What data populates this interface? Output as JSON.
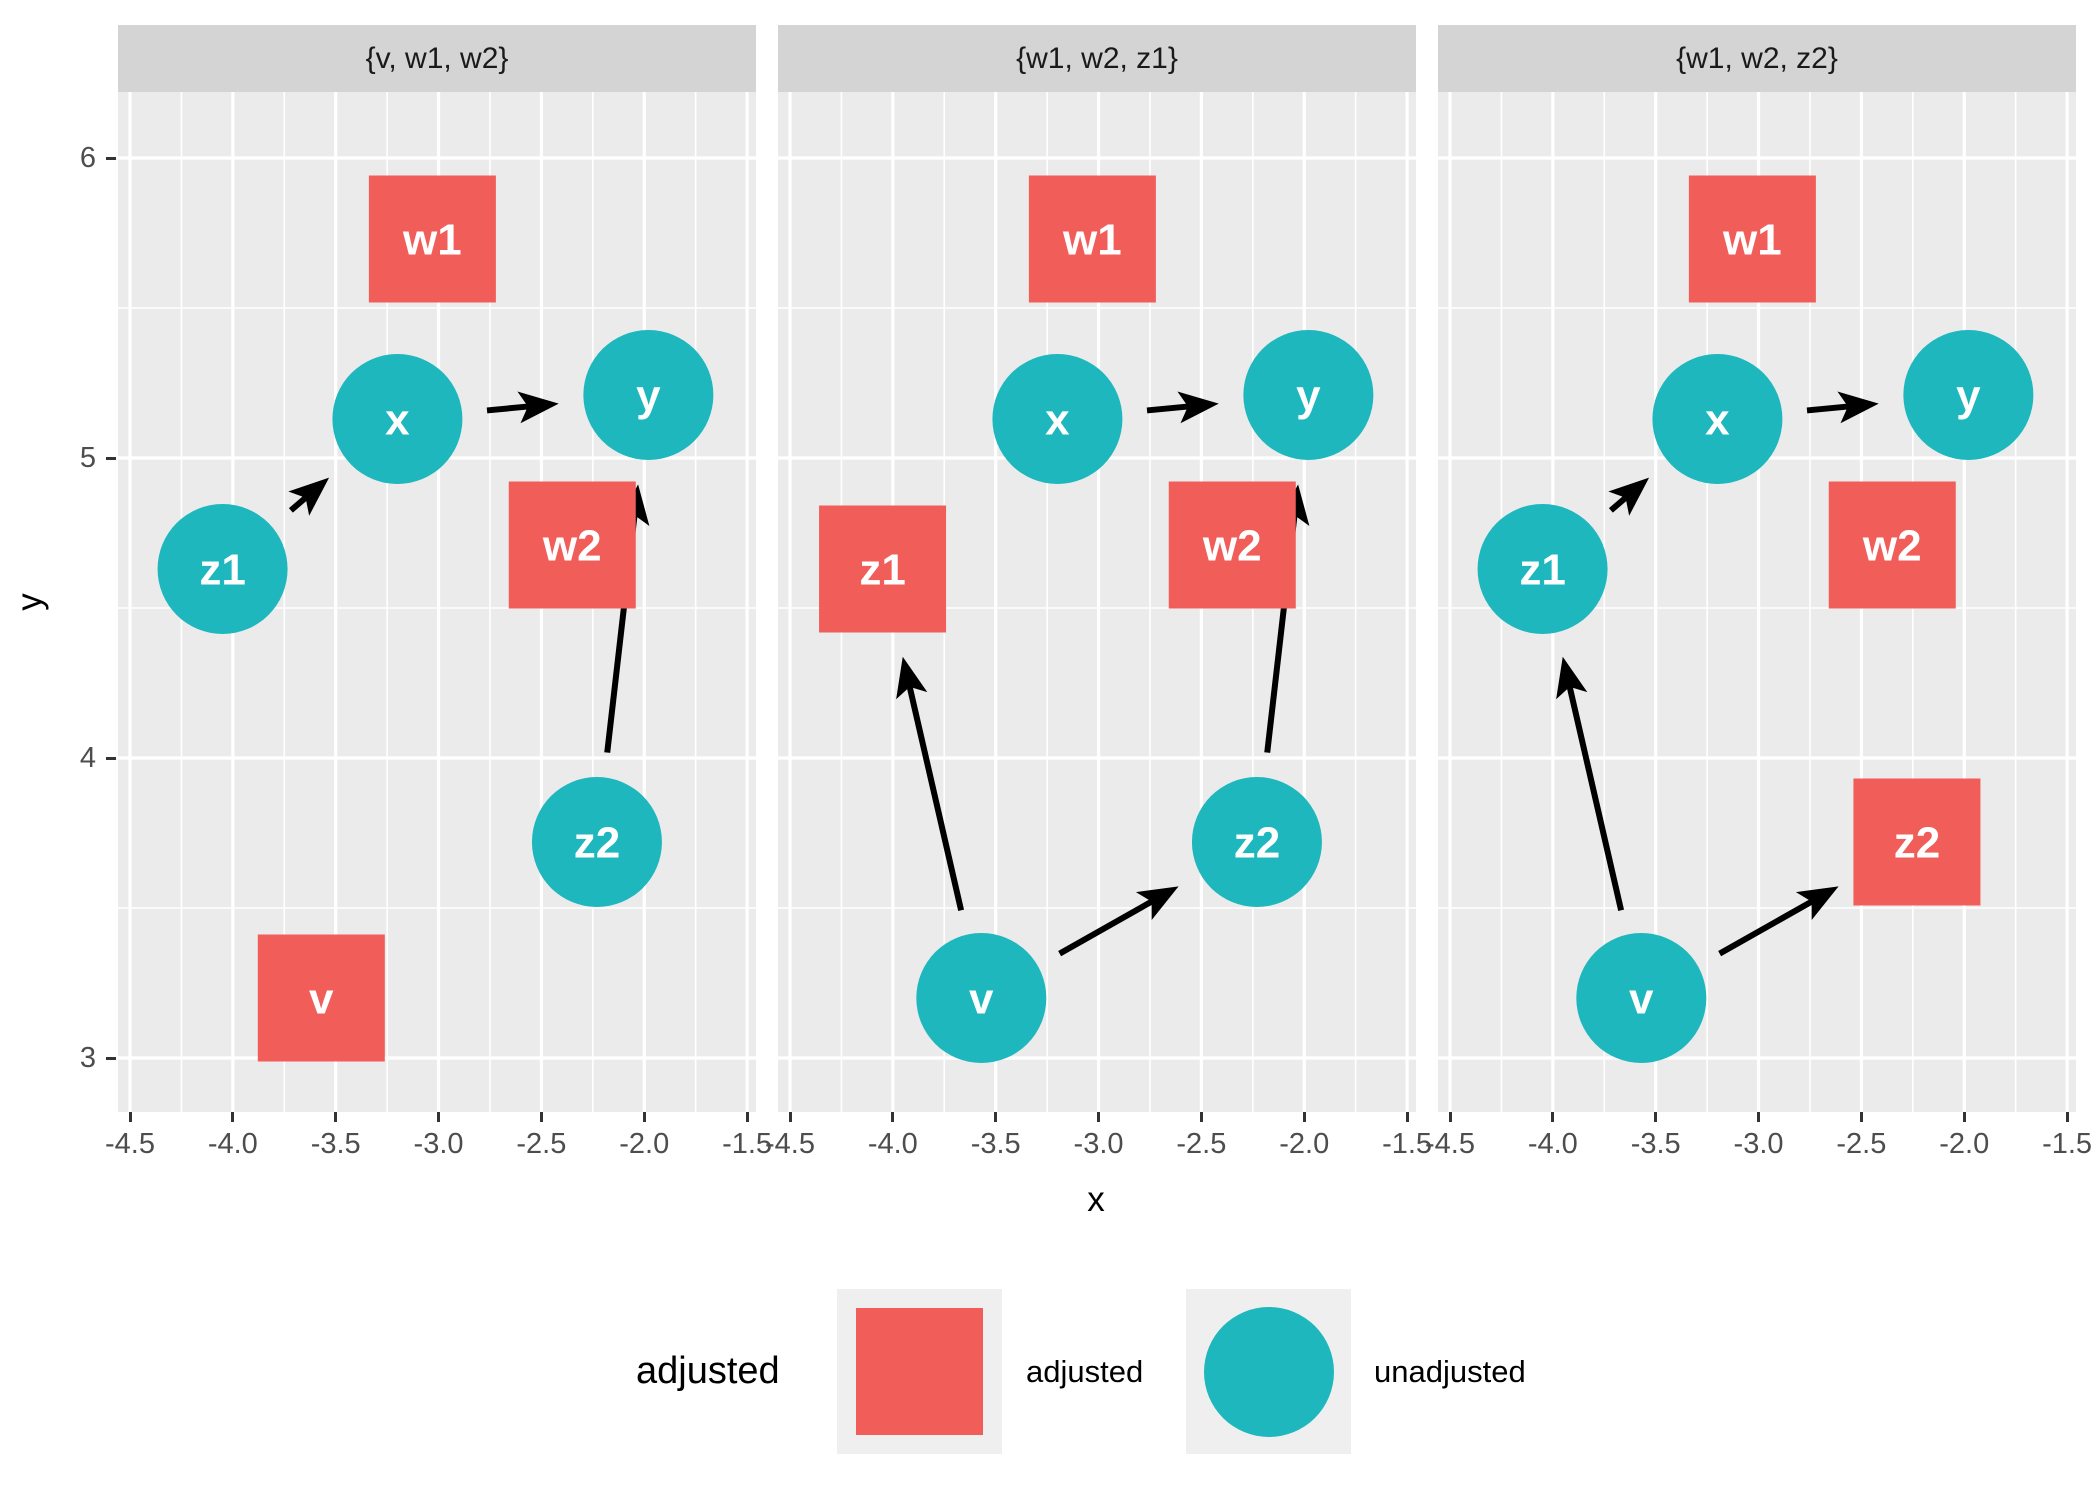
{
  "chart_data": {
    "type": "scatter",
    "subtype": "faceted-dag",
    "facets": [
      {
        "label": "{v, w1, w2}",
        "adjusted": [
          "v",
          "w1",
          "w2"
        ],
        "edges": [
          [
            "z1",
            "x"
          ],
          [
            "x",
            "y"
          ],
          [
            "z2",
            "y"
          ]
        ]
      },
      {
        "label": "{w1, w2, z1}",
        "adjusted": [
          "w1",
          "w2",
          "z1"
        ],
        "edges": [
          [
            "v",
            "z1"
          ],
          [
            "v",
            "z2"
          ],
          [
            "x",
            "y"
          ],
          [
            "z2",
            "y"
          ]
        ]
      },
      {
        "label": "{w1, w2, z2}",
        "adjusted": [
          "w1",
          "w2",
          "z2"
        ],
        "edges": [
          [
            "v",
            "z1"
          ],
          [
            "v",
            "z2"
          ],
          [
            "z1",
            "x"
          ],
          [
            "x",
            "y"
          ]
        ]
      }
    ],
    "nodes": [
      {
        "id": "v",
        "label": "v",
        "x": -3.57,
        "y": 3.2
      },
      {
        "id": "w1",
        "label": "w1",
        "x": -3.03,
        "y": 5.73
      },
      {
        "id": "w2",
        "label": "w2",
        "x": -2.35,
        "y": 4.71
      },
      {
        "id": "x",
        "label": "x",
        "x": -3.2,
        "y": 5.13
      },
      {
        "id": "y",
        "label": "y",
        "x": -1.98,
        "y": 5.21
      },
      {
        "id": "z1",
        "label": "z1",
        "x": -4.05,
        "y": 4.63
      },
      {
        "id": "z2",
        "label": "z2",
        "x": -2.23,
        "y": 3.72
      }
    ],
    "xlabel": "x",
    "ylabel": "y",
    "x_ticks": [
      "-4.5",
      "-4.0",
      "-3.5",
      "-3.0",
      "-2.5",
      "-2.0",
      "-1.5"
    ],
    "y_ticks": [
      "6",
      "5",
      "4",
      "3"
    ],
    "x_minor_breaks": [
      -4.25,
      -3.75,
      -3.25,
      -2.75,
      -2.25,
      -1.75
    ],
    "y_minor_breaks": [
      5.5,
      4.5,
      3.5
    ],
    "xlim": [
      -4.56,
      -1.46
    ],
    "ylim": [
      2.82,
      6.22
    ],
    "grid": true,
    "legend": {
      "title": "adjusted",
      "position": "bottom",
      "items": [
        {
          "label": "adjusted",
          "shape": "square"
        },
        {
          "label": "unadjusted",
          "shape": "circle"
        }
      ]
    },
    "colors": {
      "adjusted": "#F15D59",
      "unadjusted": "#1DB7BD",
      "panel_bg": "#EBEBEB",
      "strip_bg": "#D4D4D4",
      "legend_key_bg": "#EFEFEF",
      "grid": "#FFFFFF",
      "tick_label": "#4D4D4D",
      "strip_text": "#1A1A1A",
      "edge": "#000000",
      "node_text": "#FFFFFF"
    }
  }
}
